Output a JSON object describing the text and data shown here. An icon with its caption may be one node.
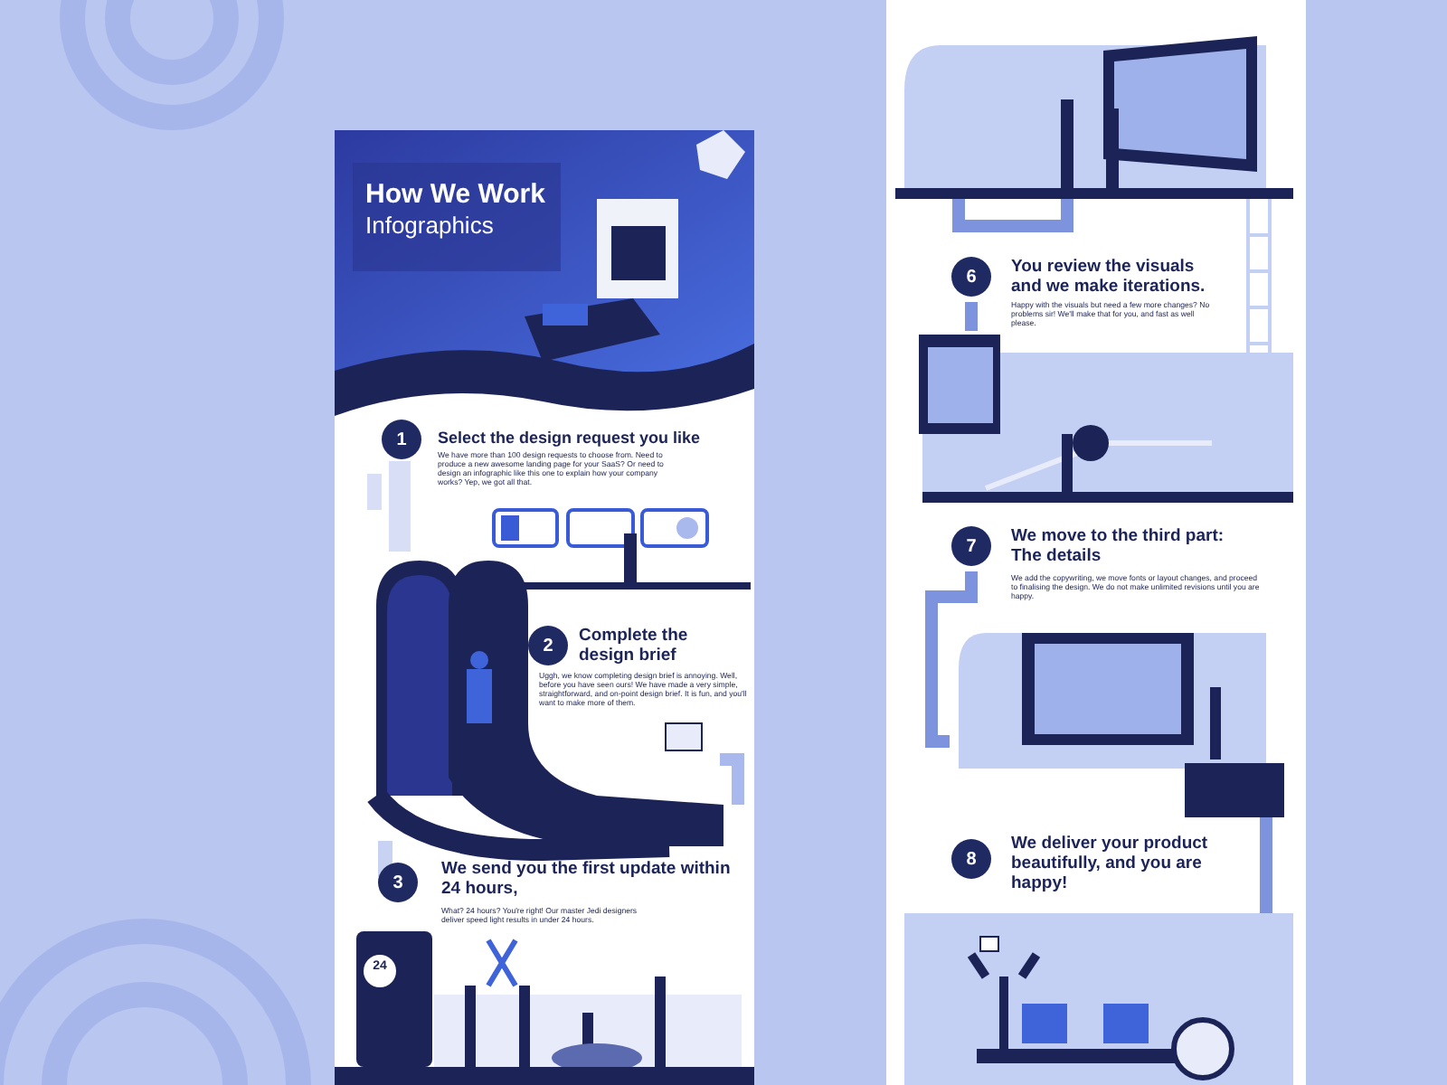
{
  "diagram": {
    "nodes": [
      {
        "text": [
          "1"
        ],
        "beside": [
          "Select the design request you like",
          "We have more than 100 design requests to choose from. Need to produce a new awesome landing page for your SaaS? Or need to design an infographic like this one to explain how your company works? Yep, we got all that."
        ]
      },
      {
        "text": [
          "2"
        ],
        "beside": [
          "Complete the design brief",
          "Uggh, we know completing design brief is annoying. Well, before you have seen ours! We have made a very simple, straightforward, and on-point design brief. It is fun, and you'll want to make more of them."
        ]
      },
      {
        "text": [
          "3"
        ],
        "beside": [
          "We send you the first update within 24 hours,",
          "What? 24 hours? You're right! Our master Jedi designers deliver speed light results in under 24 hours."
        ]
      },
      {
        "text": [
          "6"
        ],
        "beside": [
          "You review the visuals and we make iterations.",
          "Happy with the visuals but need a few more changes? No problems sir! We'll make that for you, and fast as well please."
        ]
      },
      {
        "text": [
          "7"
        ],
        "beside": [
          "We move to the third part: The details",
          "We add the copywriting, we move fonts or layout changes, and proceed to finalising the design. We do not make unlimited revisions until you are happy."
        ]
      },
      {
        "text": [
          "8"
        ],
        "beside": [
          "We deliver your product beautifully, and you are happy!"
        ]
      }
    ],
    "labels": [
      "How We Work",
      "Infographics",
      "24"
    ]
  }
}
